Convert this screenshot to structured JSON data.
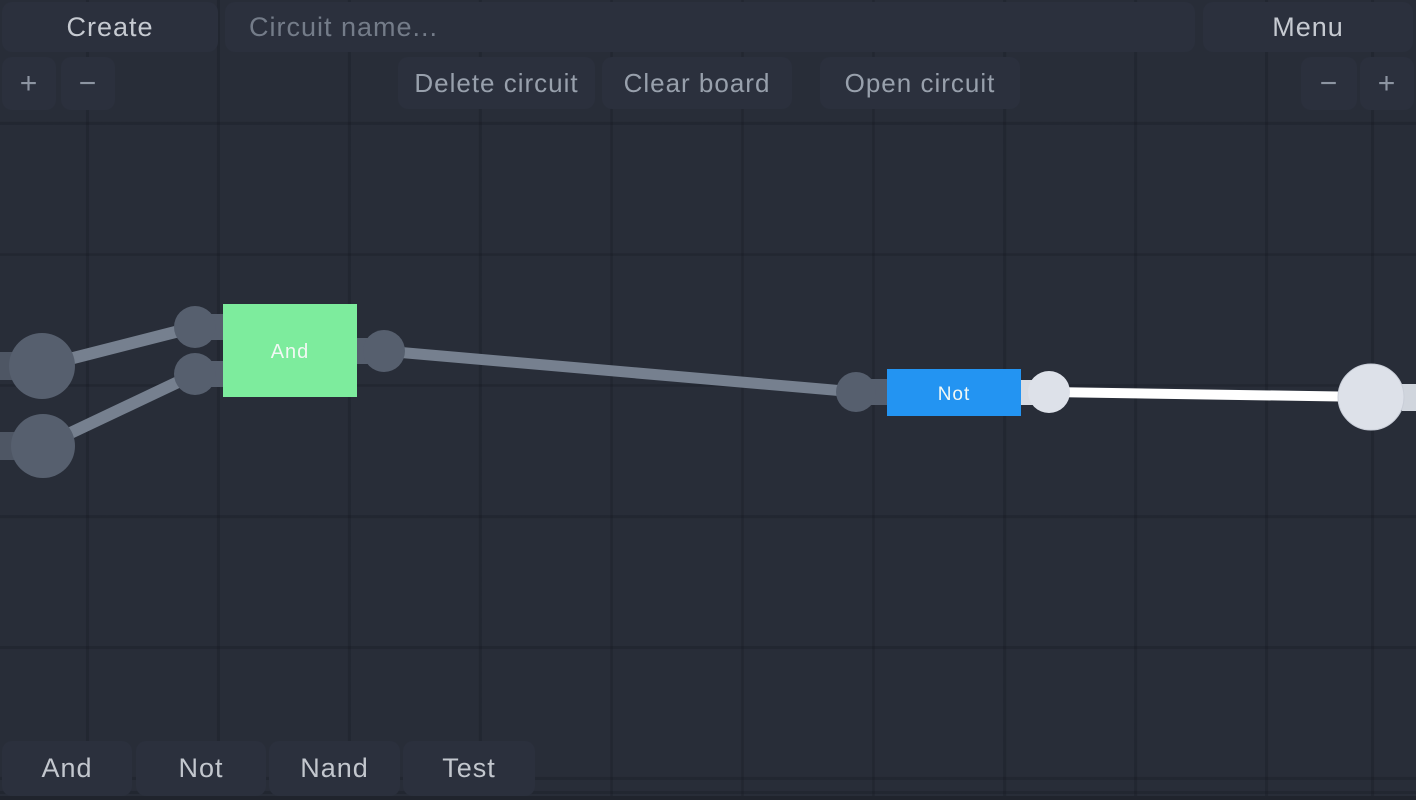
{
  "header": {
    "create_label": "Create",
    "circuit_name_placeholder": "Circuit name...",
    "menu_label": "Menu",
    "delete_circuit_label": "Delete circuit",
    "clear_board_label": "Clear board",
    "open_circuit_label": "Open circuit",
    "zoom_in_label": "+",
    "zoom_out_label": "−"
  },
  "canvas": {
    "and_gate": {
      "label": "And",
      "color": "#7dec9d"
    },
    "not_gate": {
      "label": "Not",
      "color": "#2394f2"
    },
    "wire_off_color": "#76808f",
    "wire_on_color": "#ffffff",
    "node_off_color": "#565f6e",
    "node_on_color": "#dde1e9",
    "stub_off_color": "#4e5664",
    "stub_on_color": "#d0d5dd",
    "connector_on_color": "#d8dce3"
  },
  "toolbox": {
    "items": [
      "And",
      "Not",
      "Nand",
      "Test"
    ]
  }
}
